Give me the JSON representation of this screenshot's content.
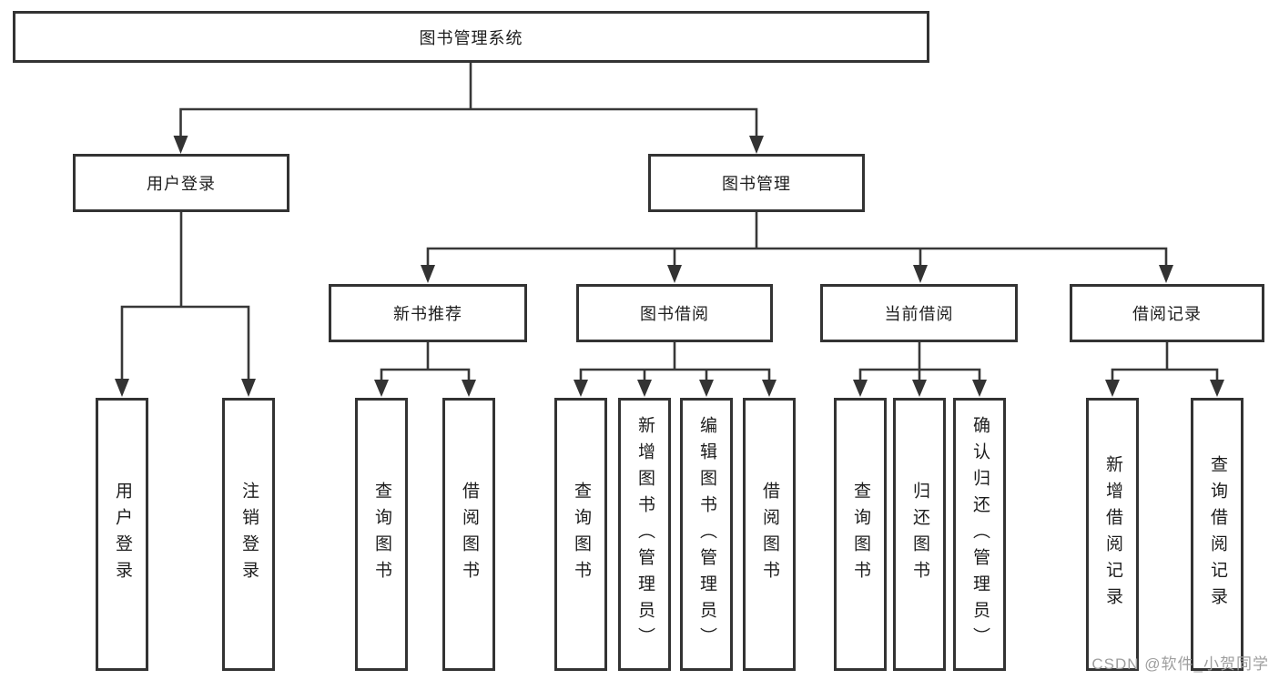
{
  "colors": {
    "line": "#383838",
    "border": "#333333",
    "text": "#1d1d1d",
    "watermark_gray": "#9e9e9e",
    "background": "#ffffff"
  },
  "diagram": {
    "root": "图书管理系统",
    "level2": {
      "user_login": "用户登录",
      "book_mgmt": "图书管理"
    },
    "level3": {
      "new_book_recommend": "新书推荐",
      "book_borrow": "图书借阅",
      "current_borrow": "当前借阅",
      "borrow_records": "借阅记录"
    },
    "leaves": {
      "user_login": [
        "用户登录",
        "注销登录"
      ],
      "new_book_recommend": [
        "查询图书",
        "借阅图书"
      ],
      "book_borrow": [
        "查询图书",
        "新增图书（管理员）",
        "编辑图书（管理员）",
        "借阅图书"
      ],
      "current_borrow": [
        "查询图书",
        "归还图书",
        "确认归还（管理员）"
      ],
      "borrow_records": [
        "新增借阅记录",
        "查询借阅记录"
      ]
    }
  },
  "watermark": {
    "text": "CSDN @软件_小贺同学"
  }
}
